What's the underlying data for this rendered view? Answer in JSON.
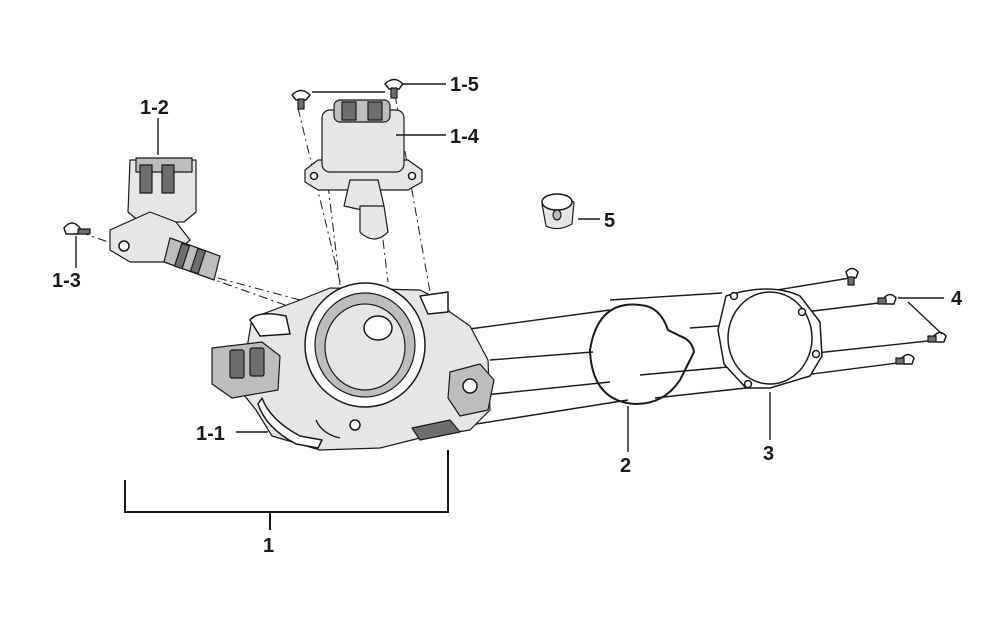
{
  "callouts": {
    "c1": "1",
    "c1_1": "1-1",
    "c1_2": "1-2",
    "c1_3": "1-3",
    "c1_4": "1-4",
    "c1_5": "1-5",
    "c2": "2",
    "c3": "3",
    "c4": "4",
    "c5": "5"
  }
}
